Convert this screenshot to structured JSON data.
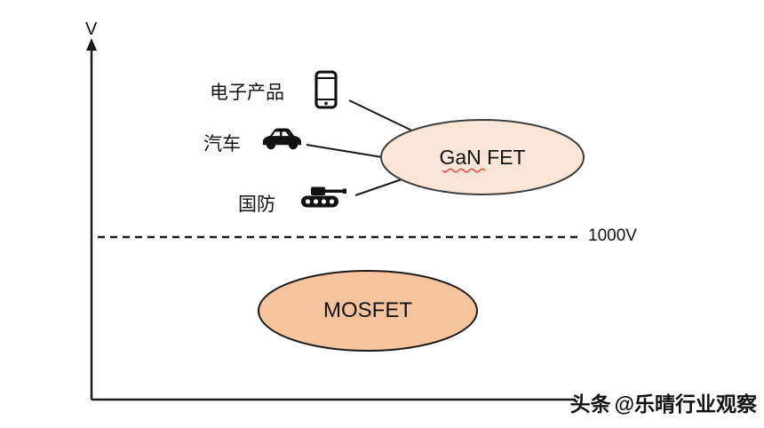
{
  "diagram": {
    "y_axis_label": "V",
    "threshold_label": "1000V",
    "gan_fet": {
      "label": "GaN FET"
    },
    "mosfet": {
      "label": "MOSFET"
    },
    "applications": [
      {
        "label": "电子产品",
        "icon": "smartphone-icon"
      },
      {
        "label": "汽车",
        "icon": "car-icon"
      },
      {
        "label": "国防",
        "icon": "tank-icon"
      }
    ],
    "watermark": {
      "logo": "头条",
      "handle": "@乐晴行业观察"
    }
  },
  "colors": {
    "gan_fill": "#fbe5d6",
    "mosfet_fill": "#f6c49c",
    "ellipse_stroke": "#3d3d3d",
    "line": "#1a1a1a",
    "squiggle": "#e03030"
  }
}
